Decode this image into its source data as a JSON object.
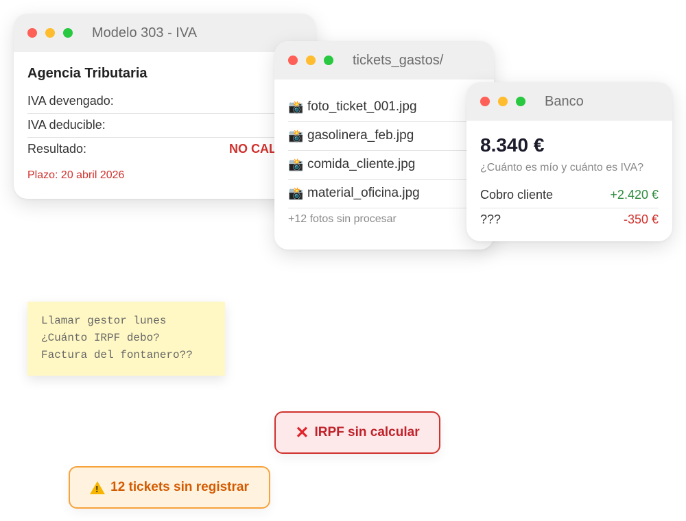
{
  "windows": {
    "modelo": {
      "title": "Modelo 303 - IVA",
      "heading": "Agencia Tributaria",
      "rows": [
        {
          "label": "IVA devengado:",
          "value": ""
        },
        {
          "label": "IVA deducible:",
          "value": ""
        },
        {
          "label": "Resultado:",
          "value": "NO CALCUL"
        }
      ],
      "deadline": "Plazo: 20 abril 2026"
    },
    "tickets": {
      "title": "tickets_gastos/",
      "files": [
        {
          "icon": "camera-icon",
          "glyph": "📸",
          "name": "foto_ticket_001.jpg"
        },
        {
          "icon": "camera-icon",
          "glyph": "📸",
          "name": "gasolinera_feb.jpg"
        },
        {
          "icon": "camera-icon",
          "glyph": "📸",
          "name": "comida_cliente.jpg"
        },
        {
          "icon": "camera-icon",
          "glyph": "📸",
          "name": "material_oficina.jpg"
        }
      ],
      "more": "+12 fotos sin procesar"
    },
    "banco": {
      "title": "Banco",
      "balance": "8.340 €",
      "question": "¿Cuánto es mío y cuánto es IVA?",
      "transactions": [
        {
          "label": "Cobro cliente",
          "amount": "+2.420 €"
        },
        {
          "label": "???",
          "amount": "-350 €"
        }
      ]
    }
  },
  "sticky_note": {
    "lines": [
      "Llamar gestor lunes",
      "¿Cuánto IRPF debo?",
      "Factura del fontanero??"
    ]
  },
  "alerts": {
    "irpf": {
      "icon": "x-icon",
      "glyph": "✕",
      "text": "IRPF sin calcular"
    },
    "tickets": {
      "icon": "warning-icon",
      "text": "12 tickets sin registrar"
    }
  },
  "colors": {
    "red_accent": "#d0312d",
    "green_accent": "#2e8b3d",
    "sticky_bg": "#fff8c4",
    "warning_orange": "#f7a23b"
  }
}
